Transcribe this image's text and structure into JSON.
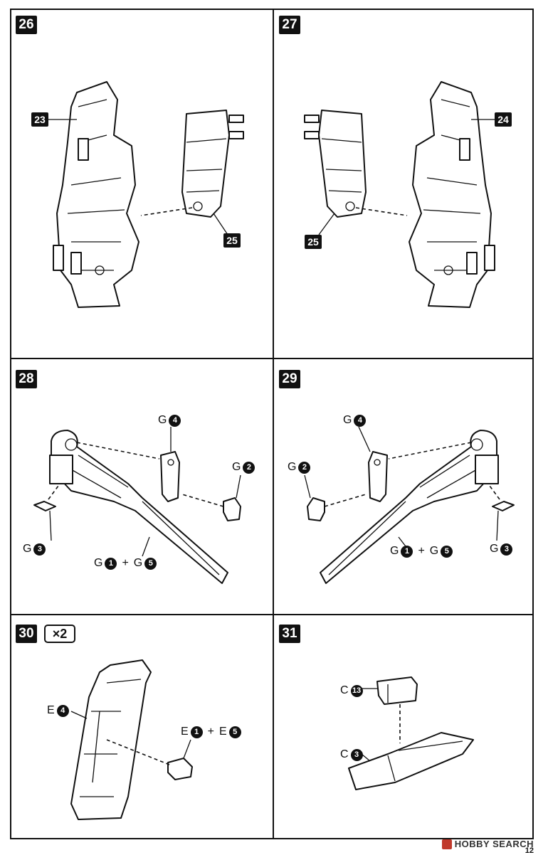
{
  "steps": [
    {
      "number": "26",
      "labels": {
        "a": "23",
        "b": "25"
      }
    },
    {
      "number": "27",
      "labels": {
        "a": "24",
        "b": "25"
      }
    },
    {
      "number": "28"
    },
    {
      "number": "29"
    },
    {
      "number": "30",
      "multiplier": "×2"
    },
    {
      "number": "31"
    }
  ],
  "parts": {
    "G4": {
      "letter": "G",
      "num": "4"
    },
    "G2": {
      "letter": "G",
      "num": "2"
    },
    "G3": {
      "letter": "G",
      "num": "3"
    },
    "G1": {
      "letter": "G",
      "num": "1"
    },
    "G5": {
      "letter": "G",
      "num": "5"
    },
    "E4": {
      "letter": "E",
      "num": "4"
    },
    "E1": {
      "letter": "E",
      "num": "1"
    },
    "E5": {
      "letter": "E",
      "num": "5"
    },
    "C13": {
      "letter": "C",
      "num": "13"
    },
    "C3": {
      "letter": "C",
      "num": "3"
    }
  },
  "plus_sign": "+",
  "watermark": "HOBBY SEARCH",
  "page_number": "12"
}
